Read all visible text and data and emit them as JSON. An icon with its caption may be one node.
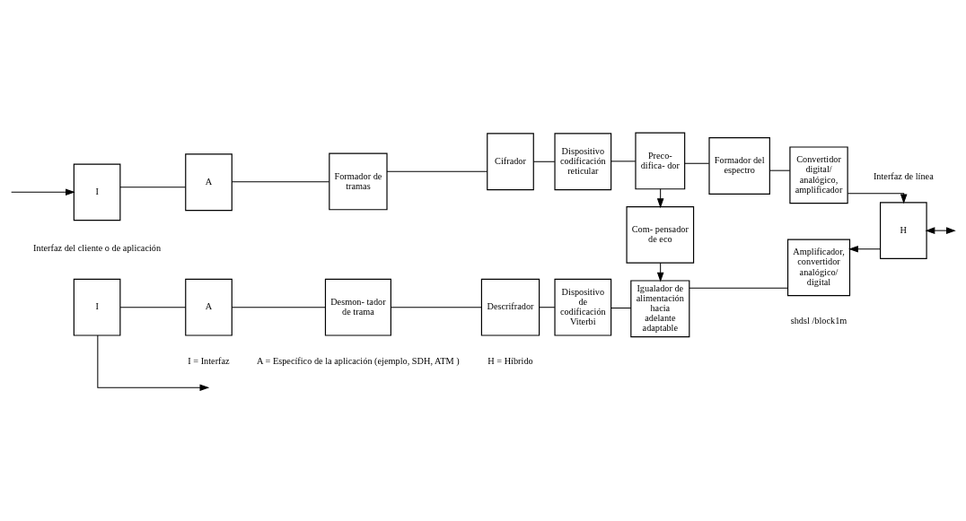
{
  "diagram": {
    "nodes": [
      {
        "text": [
          "I"
        ]
      },
      {
        "text": [
          "A"
        ]
      },
      {
        "text": [
          "Formador de tramas"
        ]
      },
      {
        "text": [
          "Cifrador"
        ]
      },
      {
        "text": [
          "Dispositivo codificación reticular"
        ]
      },
      {
        "text": [
          "Preco- difica- dor"
        ]
      },
      {
        "text": [
          "Formador del espectro"
        ]
      },
      {
        "text": [
          "Convertidor digital/ analógico, amplificador"
        ]
      },
      {
        "text": [
          "Com- pensador de eco"
        ]
      },
      {
        "text": [
          "H"
        ]
      },
      {
        "text": [
          "I"
        ]
      },
      {
        "text": [
          "A"
        ]
      },
      {
        "text": [
          "Desmon- tador de trama"
        ]
      },
      {
        "text": [
          "Descrifrador"
        ]
      },
      {
        "text": [
          "Dispositivo de codificación Viterbi"
        ]
      },
      {
        "text": [
          "Igualador de alimentación hacia adelante adaptable"
        ]
      },
      {
        "text": [
          "Amplificador, convertidor analógico/ digital"
        ]
      }
    ],
    "edges": [
      {
        "from": null,
        "to": 0,
        "arrow": "to"
      },
      {
        "from": 0,
        "to": 1,
        "arrow": "none"
      },
      {
        "from": 1,
        "to": 2,
        "arrow": "none"
      },
      {
        "from": 2,
        "to": 3,
        "arrow": "none"
      },
      {
        "from": 3,
        "to": 4,
        "arrow": "none"
      },
      {
        "from": 4,
        "to": 5,
        "arrow": "none"
      },
      {
        "from": 5,
        "to": 6,
        "arrow": "none"
      },
      {
        "from": 6,
        "to": 7,
        "arrow": "none"
      },
      {
        "from": 5,
        "to": 8,
        "arrow": "to"
      },
      {
        "from": 7,
        "to": 9,
        "arrow": "to"
      },
      {
        "from": 9,
        "to": null,
        "arrow": "both"
      },
      {
        "from": 9,
        "to": 16,
        "arrow": "to"
      },
      {
        "from": 8,
        "to": 15,
        "arrow": "to"
      },
      {
        "from": 16,
        "to": 15,
        "arrow": "none"
      },
      {
        "from": 15,
        "to": 14,
        "arrow": "none"
      },
      {
        "from": 14,
        "to": 13,
        "arrow": "none"
      },
      {
        "from": 13,
        "to": 12,
        "arrow": "none"
      },
      {
        "from": 12,
        "to": 11,
        "arrow": "none"
      },
      {
        "from": 11,
        "to": 10,
        "arrow": "none"
      },
      {
        "from": 10,
        "to": null,
        "arrow": "to"
      }
    ],
    "labels": [
      "Interfaz de línea",
      "Interfaz del cliente o de aplicación",
      "I = Interfaz",
      "A = Específico de la aplicación (ejemplo, SDH, ATM )",
      "H = Híbrido",
      "shdsl /block1m"
    ]
  }
}
